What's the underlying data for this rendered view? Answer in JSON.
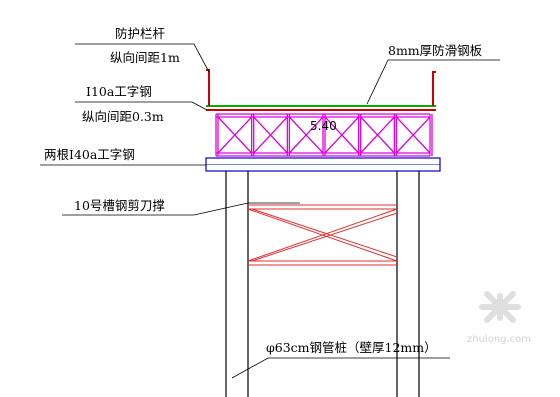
{
  "labels": {
    "guardrail": "防护栏杆",
    "guardrail_spacing": "纵向间距1m",
    "steel_plate": "8mm厚防滑钢板",
    "i10a_beam": "I10a工字钢",
    "i10a_spacing": "纵向间距0.3m",
    "i40a_beams": "两根I40a工字钢",
    "channel_bracing": "10号槽钢剪刀撑",
    "pipe_pile": "φ63cm钢管桩（壁厚12mm）"
  },
  "dimension": "5.40",
  "watermark": "zhulong.com",
  "colors": {
    "line": "#000000",
    "truss": "#e000e0",
    "plate": "#00b000",
    "i40a": "#0000cc",
    "guardrail": "#d00000",
    "bracing": "#e03030",
    "watermark": "#d0d0d0"
  }
}
